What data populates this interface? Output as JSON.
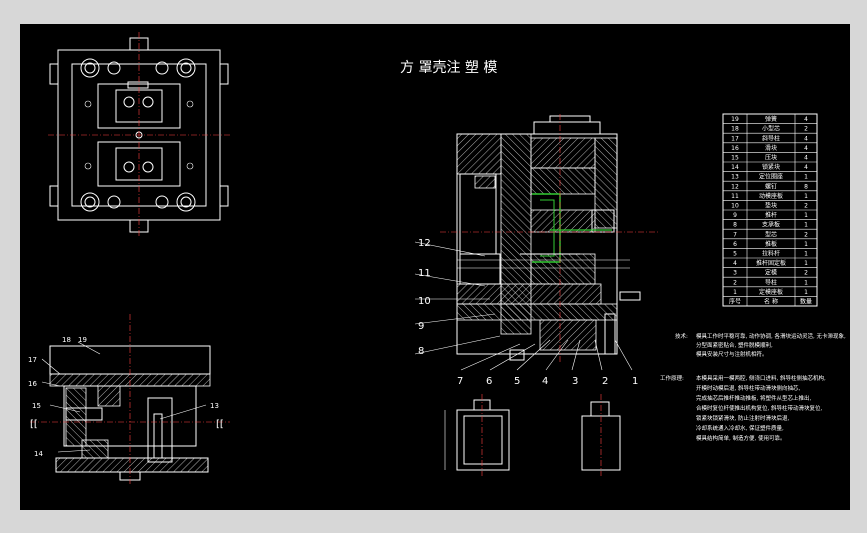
{
  "drawing": {
    "title": "方 罩壳注 塑 模",
    "part_labels": [
      "1",
      "2",
      "3",
      "4",
      "5",
      "6",
      "7",
      "8",
      "9",
      "10",
      "11",
      "12"
    ],
    "side_labels": [
      "18",
      "19",
      "17",
      "16",
      "15",
      "13",
      "14"
    ],
    "section_marks": [
      "[[",
      "[["
    ],
    "colors": {
      "background": "#000000",
      "lines": "#ffffff",
      "centerline": "#ff4040",
      "highlight": "#33cc33",
      "frame": "#d7d7d7"
    }
  },
  "bom": {
    "rows": [
      {
        "no": "19",
        "name": "弹簧",
        "qty": "4"
      },
      {
        "no": "18",
        "name": "小型芯",
        "qty": "2"
      },
      {
        "no": "17",
        "name": "斜导柱",
        "qty": "4"
      },
      {
        "no": "16",
        "name": "滑块",
        "qty": "4"
      },
      {
        "no": "15",
        "name": "压块",
        "qty": "4"
      },
      {
        "no": "14",
        "name": "锁紧块",
        "qty": "4"
      },
      {
        "no": "13",
        "name": "定位圈座",
        "qty": "1"
      },
      {
        "no": "12",
        "name": "螺钉",
        "qty": "8"
      },
      {
        "no": "11",
        "name": "动模座板",
        "qty": "1"
      },
      {
        "no": "10",
        "name": "垫块",
        "qty": "2"
      },
      {
        "no": "9",
        "name": "推杆",
        "qty": "1"
      },
      {
        "no": "8",
        "name": "支承板",
        "qty": "1"
      },
      {
        "no": "7",
        "name": "型芯",
        "qty": "2"
      },
      {
        "no": "6",
        "name": "推板",
        "qty": "1"
      },
      {
        "no": "5",
        "name": "拉料杆",
        "qty": "1"
      },
      {
        "no": "4",
        "name": "推杆固定板",
        "qty": "1"
      },
      {
        "no": "3",
        "name": "定模",
        "qty": "2"
      },
      {
        "no": "2",
        "name": "导柱",
        "qty": "1"
      },
      {
        "no": "1",
        "name": "定模座板",
        "qty": "1"
      }
    ],
    "header": {
      "no": "序号",
      "name": "名 称",
      "qty": "数量"
    }
  },
  "notes": {
    "a_label": "技术:",
    "a_lines": [
      "模具工作时平稳可靠, 动作协调, 各滑块运动灵活, 无卡滞现象,",
      "分型面紧密贴合, 塑件脱模顺利,",
      "模具安装尺寸与注射机相符。"
    ],
    "b_label": "工作原理:",
    "b_lines": [
      "本模具采用一模两腔, 侧浇口进料, 斜导柱侧抽芯机构,",
      "开模时动模后退, 斜导柱带动滑块侧向抽芯,",
      "完成抽芯后推杆推动推板, 将塑件从型芯上推出,",
      "合模时复位杆使推出机构复位, 斜导柱带动滑块复位,",
      "锁紧块锁紧滑块, 防止注射时滑块后退,",
      "冷却系统通入冷却水, 保证塑件质量,",
      "模具结构简单, 制造方便, 使用可靠。"
    ]
  }
}
